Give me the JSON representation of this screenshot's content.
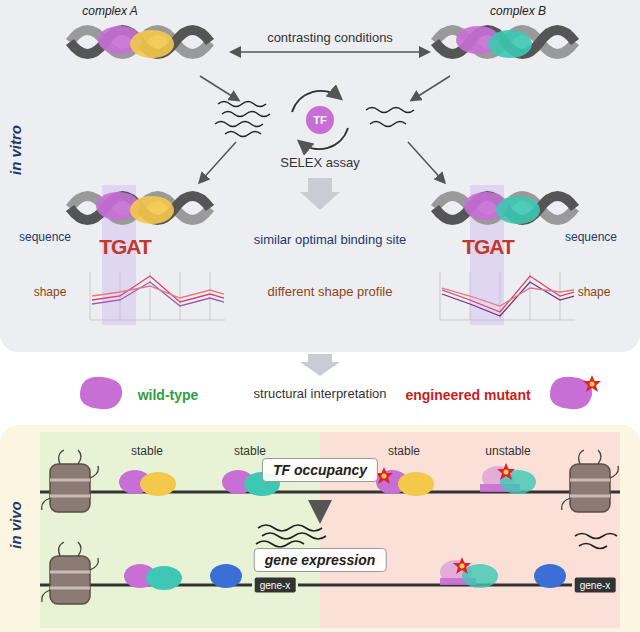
{
  "diagram": {
    "nodes": [
      {
        "text": [
          "in vitro"
        ]
      },
      {
        "text": [
          "TF"
        ],
        "in": 0
      },
      {
        "text": [
          "in vivo"
        ]
      },
      {
        "text": [
          "TF occupancy"
        ],
        "in": 2
      },
      {
        "text": [
          "gene-x"
        ],
        "in": 2
      },
      {
        "text": [
          "gene expression"
        ],
        "in": 2
      },
      {
        "text": [
          "gene-x"
        ],
        "in": 2
      }
    ],
    "labels": [
      "complex A",
      "complex B",
      "contrasting conditions",
      "SELEX assay",
      "sequence",
      "TGAT",
      "shape",
      "similar optimal binding site",
      "different shape profile",
      "sequence",
      "TGAT",
      "shape",
      "wild-type",
      "structural interpretation",
      "engineered mutant",
      "stable",
      "stable",
      "stable",
      "unstable"
    ]
  }
}
